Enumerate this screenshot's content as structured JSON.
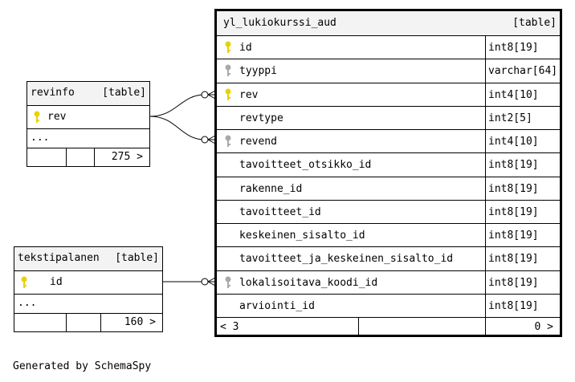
{
  "tables": {
    "main": {
      "name": "yl_lukiokurssi_aud",
      "kind": "[table]",
      "columns": [
        {
          "name": "id",
          "type": "int8[19]",
          "key": "primary"
        },
        {
          "name": "tyyppi",
          "type": "varchar[64]",
          "key": "foreign"
        },
        {
          "name": "rev",
          "type": "int4[10]",
          "key": "primary"
        },
        {
          "name": "revtype",
          "type": "int2[5]",
          "key": ""
        },
        {
          "name": "revend",
          "type": "int4[10]",
          "key": "foreign"
        },
        {
          "name": "tavoitteet_otsikko_id",
          "type": "int8[19]",
          "key": ""
        },
        {
          "name": "rakenne_id",
          "type": "int8[19]",
          "key": ""
        },
        {
          "name": "tavoitteet_id",
          "type": "int8[19]",
          "key": ""
        },
        {
          "name": "keskeinen_sisalto_id",
          "type": "int8[19]",
          "key": ""
        },
        {
          "name": "tavoitteet_ja_keskeinen_sisalto_id",
          "type": "int8[19]",
          "key": ""
        },
        {
          "name": "lokalisoitava_koodi_id",
          "type": "int8[19]",
          "key": "foreign"
        },
        {
          "name": "arviointi_id",
          "type": "int8[19]",
          "key": ""
        }
      ],
      "footer_left": "< 3",
      "footer_right": "0 >"
    },
    "revinfo": {
      "name": "revinfo",
      "kind": "[table]",
      "column": "rev",
      "more": "...",
      "footer_right": "275 >"
    },
    "tekstipalanen": {
      "name": "tekstipalanen",
      "kind": "[table]",
      "column": "id",
      "more": "...",
      "footer_right": "160 >"
    }
  },
  "generated_by": "Generated by SchemaSpy",
  "colors": {
    "primary_key": "#e8d200",
    "foreign_key": "#a9a9a9",
    "header_bg": "#f3f3f3"
  }
}
